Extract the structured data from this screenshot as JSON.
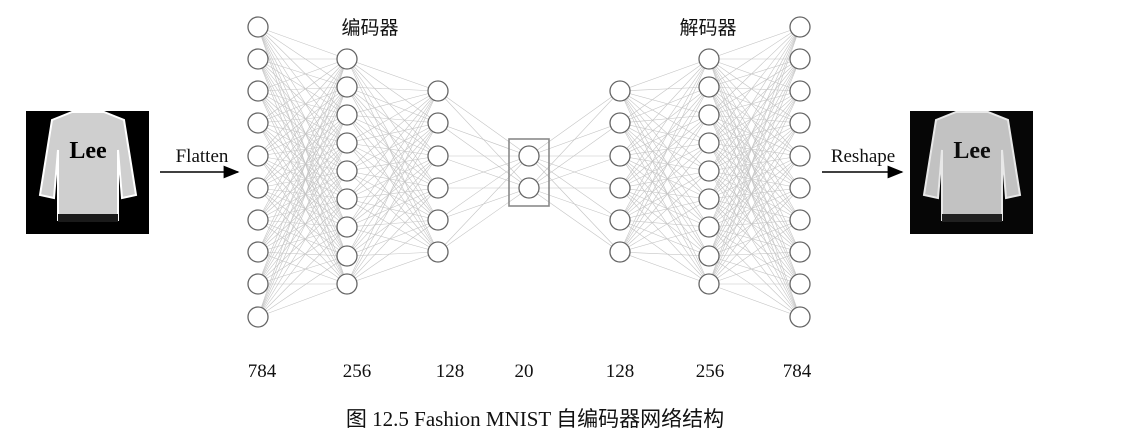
{
  "caption": "图 12.5 Fashion MNIST 自编码器网络结构",
  "labels": {
    "encoder": "编码器",
    "decoder": "解码器",
    "flatten": "Flatten",
    "reshape": "Reshape"
  },
  "layers": [
    {
      "size_label": "784",
      "nodes": 10
    },
    {
      "size_label": "256",
      "nodes": 9
    },
    {
      "size_label": "128",
      "nodes": 6
    },
    {
      "size_label": "20",
      "nodes": 2
    },
    {
      "size_label": "128",
      "nodes": 6
    },
    {
      "size_label": "256",
      "nodes": 9
    },
    {
      "size_label": "784",
      "nodes": 10
    }
  ],
  "images": {
    "input_text": "Lee",
    "output_text": "Lee"
  }
}
